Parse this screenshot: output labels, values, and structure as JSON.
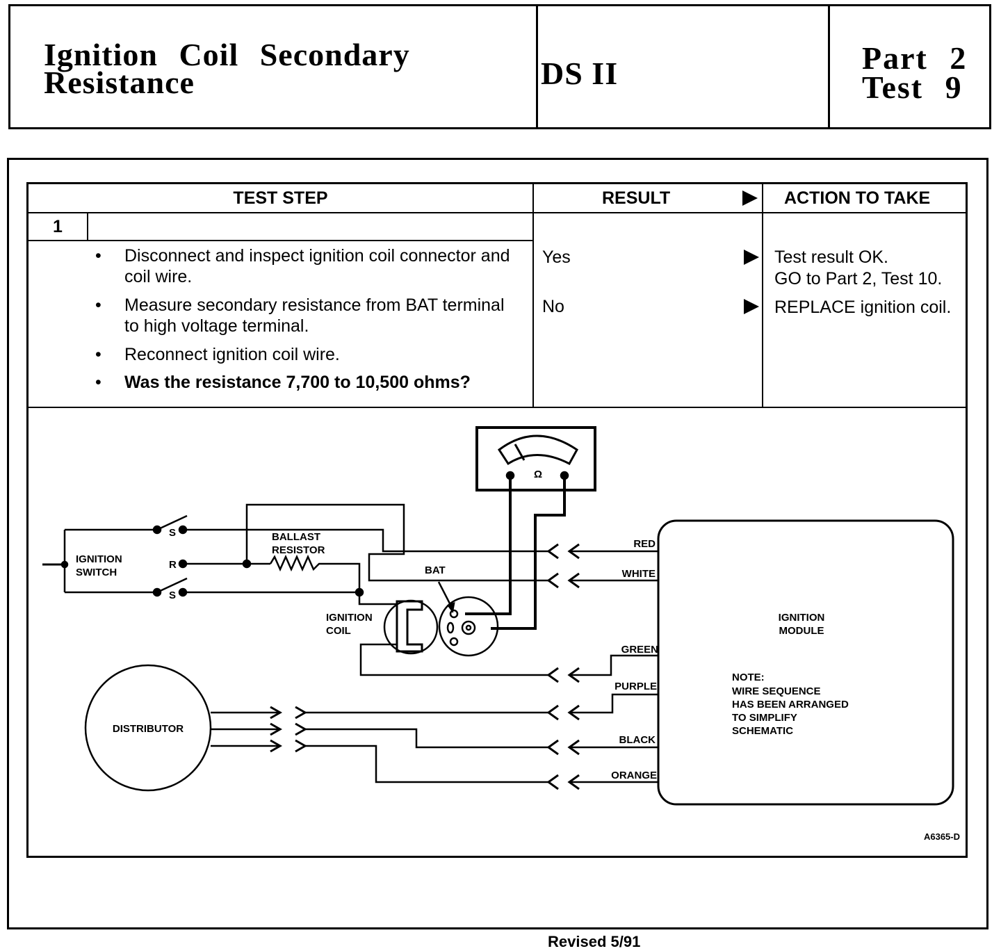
{
  "header": {
    "title_line1": "Ignition Coil Secondary",
    "title_line2": "Resistance",
    "section": "DS II",
    "part": "Part 2",
    "test": "Test 9"
  },
  "table": {
    "col_test_step": "TEST STEP",
    "col_result": "RESULT",
    "col_action": "ACTION TO TAKE",
    "step_number": "1",
    "bullets": [
      "Disconnect and inspect ignition coil connector and coil wire.",
      "Measure secondary resistance from BAT terminal to high voltage terminal.",
      "Reconnect ignition coil wire.",
      "Was the resistance 7,700 to 10,500 ohms?"
    ],
    "results": [
      {
        "result": "Yes",
        "action_line1": "Test result OK.",
        "action_line2": "GO to Part 2, Test 10."
      },
      {
        "result": "No",
        "action_line1": "REPLACE ignition coil.",
        "action_line2": ""
      }
    ]
  },
  "diagram": {
    "meter_symbol": "Ω",
    "ignition_switch": [
      "IGNITION",
      "SWITCH"
    ],
    "switch_terminals": [
      "S",
      "R",
      "S"
    ],
    "ballast_resistor": [
      "BALLAST",
      "RESISTOR"
    ],
    "bat_label": "BAT",
    "ignition_coil": [
      "IGNITION",
      "COIL"
    ],
    "distributor": "DISTRIBUTOR",
    "wires": [
      "RED",
      "WHITE",
      "GREEN",
      "PURPLE",
      "BLACK",
      "ORANGE"
    ],
    "ignition_module": [
      "IGNITION",
      "MODULE"
    ],
    "note": [
      "NOTE:",
      "WIRE SEQUENCE",
      "HAS BEEN ARRANGED",
      "TO SIMPLIFY",
      "SCHEMATIC"
    ],
    "figure_id": "A6365-D"
  },
  "footer": {
    "revised": "Revised 5/91"
  }
}
